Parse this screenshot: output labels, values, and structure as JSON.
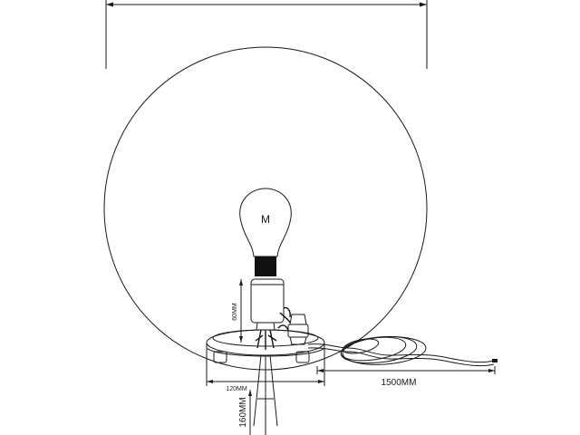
{
  "labels": {
    "bulb_mark": "M",
    "dim_socket_height": "60MM",
    "dim_base_width": "120MM",
    "dim_cable_length": "1500MM",
    "dim_spike_length": "160MM"
  },
  "colors": {
    "line": "#1a1a1a",
    "socket": "#111111",
    "background": "#ffffff"
  }
}
